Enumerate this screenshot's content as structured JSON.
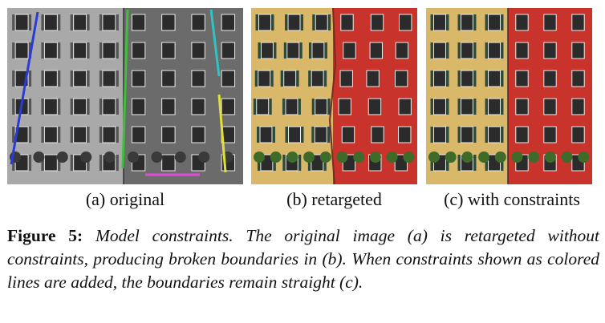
{
  "panels": [
    {
      "id": "a",
      "caption": "(a) original",
      "variant": "grayscale-with-constraints",
      "constraint_colors": [
        "#2a3bd6",
        "#3fbf3a",
        "#2ec4c4",
        "#e0e03a",
        "#e14bd8"
      ]
    },
    {
      "id": "b",
      "caption": "(b) retargeted",
      "variant": "color-broken-boundaries"
    },
    {
      "id": "c",
      "caption": "(c) with constraints",
      "variant": "color-straight-boundaries"
    }
  ],
  "colors": {
    "yellow_facade": "#d9b86a",
    "red_facade": "#c8332b",
    "gray_left": "#a9a9a9",
    "gray_right": "#6b6b6b",
    "window": "#2b2b2b",
    "shutter": "#2f4a38"
  },
  "figure": {
    "label": "Figure 5:",
    "caption": "Model constraints. The original image (a) is retargeted without constraints, producing broken boundaries in (b). When constraints shown as colored lines are added, the boundaries remain straight (c)."
  }
}
